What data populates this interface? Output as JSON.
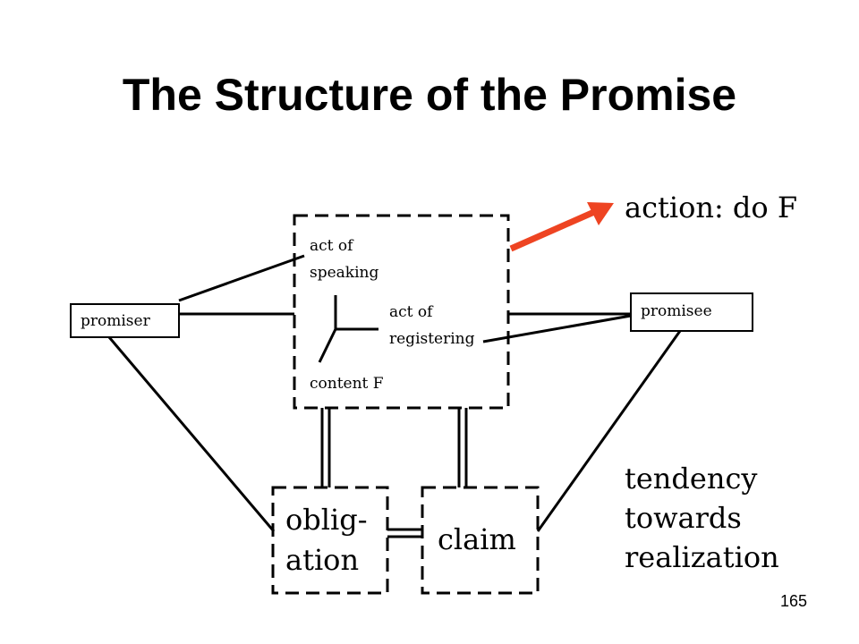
{
  "slide": {
    "title": "The Structure of the Promise",
    "page_number": "165"
  },
  "diagram": {
    "promiser": "promiser",
    "promisee": "promisee",
    "act_of_speaking": [
      "act of",
      "speaking"
    ],
    "act_of_registering": [
      "act of",
      "registering"
    ],
    "content": "content F",
    "action": "action: do F",
    "obligation": [
      "oblig-",
      "ation"
    ],
    "claim": "claim",
    "tendency": [
      "tendency",
      "towards",
      "realization"
    ],
    "arrow_color": "#ee4422"
  }
}
